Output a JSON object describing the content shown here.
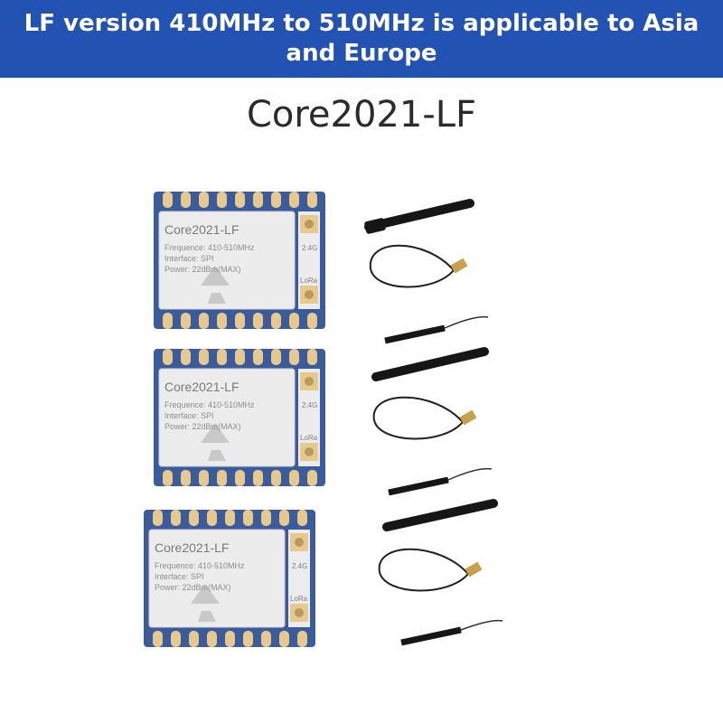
{
  "banner": {
    "line1": "LF version 410MHz to 510MHz is applicable to Asia",
    "line2": "and Europe"
  },
  "product_title": "Core2021-LF",
  "modules": [
    {
      "name": "Core2021-LF",
      "freq": "Frequence: 410-510MHz",
      "iface": "Interface: SPI",
      "power": "Power: 22dBm(MAX)",
      "label_24g": "2.4G",
      "label_lora": "LoRa"
    },
    {
      "name": "Core2021-LF",
      "freq": "Frequence: 410-510MHz",
      "iface": "Interface: SPI",
      "power": "Power: 22dBm(MAX)",
      "label_24g": "2.4G",
      "label_lora": "LoRa"
    },
    {
      "name": "Core2021-LF",
      "freq": "Frequence: 410-510MHz",
      "iface": "Interface: SPI",
      "power": "Power: 22dBm(MAX)",
      "label_24g": "2.4G",
      "label_lora": "LoRa"
    }
  ],
  "colors": {
    "banner": "#2253b3",
    "pcb": "#3a5b9c",
    "pad": "#e7c98d",
    "shield": "#ececec",
    "antenna": "#161616"
  }
}
